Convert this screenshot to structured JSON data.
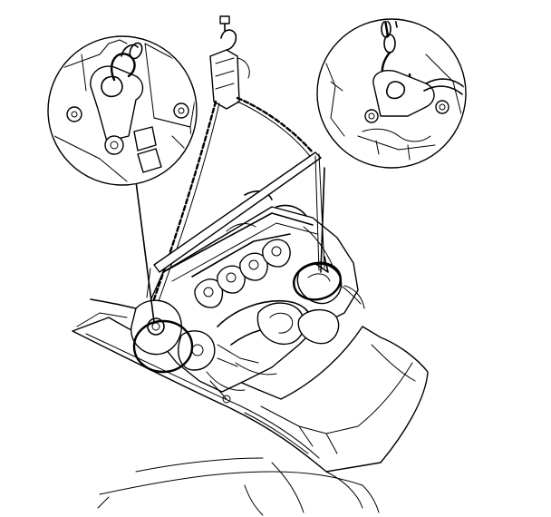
{
  "illustration": {
    "subject": "engine-lift-chain-hookup",
    "detail_callouts": [
      "left-lifting-bracket-detail",
      "right-lifting-bracket-detail"
    ],
    "colors": {
      "ink": "#000000",
      "background": "#ffffff",
      "shade": "#d9d9d9"
    }
  }
}
